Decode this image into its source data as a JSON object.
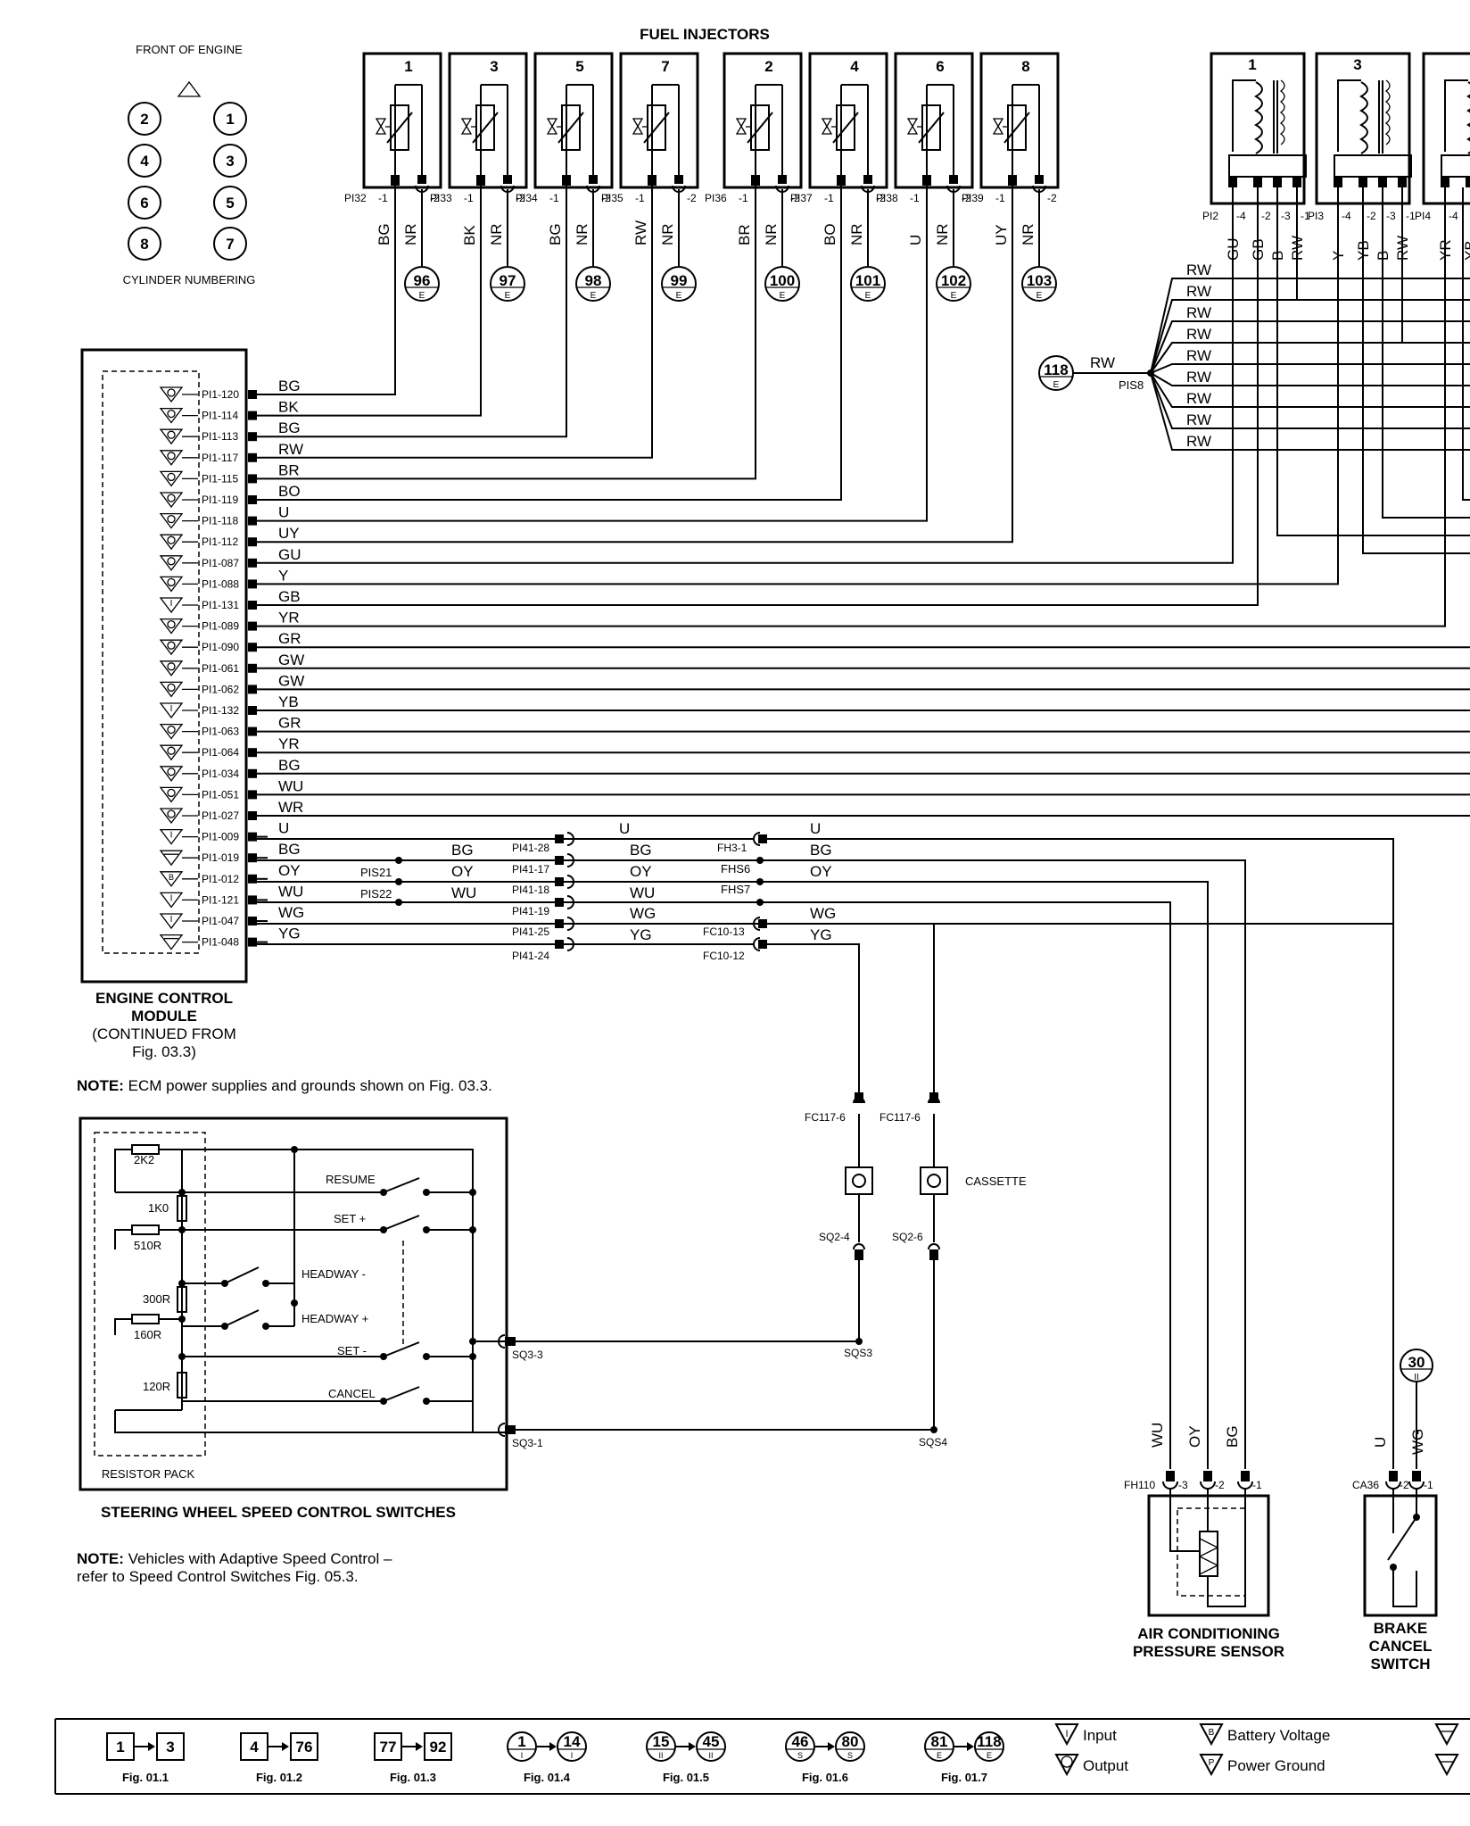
{
  "titles": {
    "fuel_injectors": "FUEL INJECTORS",
    "front_of_engine": "FRONT OF ENGINE",
    "cylinder_numbering": "CYLINDER NUMBERING",
    "ecm": [
      "ENGINE CONTROL",
      "MODULE",
      "(CONTINUED FROM",
      "Fig. 03.3)"
    ],
    "note1_bold": "NOTE:",
    "note1_text": " ECM power supplies and grounds shown on Fig. 03.3.",
    "swsc": "STEERING WHEEL SPEED CONTROL SWITCHES",
    "note2_bold": "NOTE:",
    "note2_text": " Vehicles with Adaptive Speed Control –",
    "note2_line2": "refer to Speed Control Switches Fig. 05.3.",
    "resistor_pack": "RESISTOR PACK",
    "cassette": "CASSETTE",
    "ac_sensor": [
      "AIR CONDITIONING",
      "PRESSURE SENSOR"
    ],
    "brake_switch": [
      "BRAKE",
      "CANCEL",
      "SWITCH"
    ]
  },
  "cylinders": [
    "2",
    "1",
    "4",
    "3",
    "6",
    "5",
    "8",
    "7"
  ],
  "injectors": [
    {
      "num": "1",
      "conn": "PI32",
      "p1": "-1",
      "p2": "-2",
      "w1": "BG",
      "w2": "NR",
      "ref": "96",
      "sub": "E"
    },
    {
      "num": "3",
      "conn": "PI33",
      "p1": "-1",
      "p2": "-2",
      "w1": "BK",
      "w2": "NR",
      "ref": "97",
      "sub": "E"
    },
    {
      "num": "5",
      "conn": "PI34",
      "p1": "-1",
      "p2": "-2",
      "w1": "BG",
      "w2": "NR",
      "ref": "98",
      "sub": "E"
    },
    {
      "num": "7",
      "conn": "PI35",
      "p1": "-1",
      "p2": "-2",
      "w1": "RW",
      "w2": "NR",
      "ref": "99",
      "sub": "E"
    },
    {
      "num": "2",
      "conn": "PI36",
      "p1": "-1",
      "p2": "-2",
      "w1": "BR",
      "w2": "NR",
      "ref": "100",
      "sub": "E"
    },
    {
      "num": "4",
      "conn": "PI37",
      "p1": "-1",
      "p2": "-2",
      "w1": "BO",
      "w2": "NR",
      "ref": "101",
      "sub": "E"
    },
    {
      "num": "6",
      "conn": "PI38",
      "p1": "-1",
      "p2": "-2",
      "w1": "U",
      "w2": "NR",
      "ref": "102",
      "sub": "E"
    },
    {
      "num": "8",
      "conn": "PI39",
      "p1": "-1",
      "p2": "-2",
      "w1": "UY",
      "w2": "NR",
      "ref": "103",
      "sub": "E"
    }
  ],
  "coils": [
    {
      "num": "1",
      "conn": "PI2",
      "pins": [
        "-4",
        "-2",
        "-3",
        "-1"
      ],
      "wires": [
        "GU",
        "GB",
        "B",
        "RW"
      ]
    },
    {
      "num": "3",
      "conn": "PI3",
      "pins": [
        "-4",
        "-2",
        "-3",
        "-1"
      ],
      "wires": [
        "Y",
        "YB",
        "B",
        "RW"
      ]
    },
    {
      "num": "",
      "conn": "PI4",
      "pins": [
        "-4"
      ],
      "wires": [
        "YR",
        "YB"
      ]
    }
  ],
  "splice": {
    "ref": "118",
    "sub": "E",
    "wire": "RW",
    "name": "PIS8",
    "out_wire": "RW"
  },
  "ecm_pins": [
    {
      "pin": "PI1-120",
      "wire": "BG",
      "type": "out"
    },
    {
      "pin": "PI1-114",
      "wire": "BK",
      "type": "out"
    },
    {
      "pin": "PI1-113",
      "wire": "BG",
      "type": "out"
    },
    {
      "pin": "PI1-117",
      "wire": "RW",
      "type": "out"
    },
    {
      "pin": "PI1-115",
      "wire": "BR",
      "type": "out"
    },
    {
      "pin": "PI1-119",
      "wire": "BO",
      "type": "out"
    },
    {
      "pin": "PI1-118",
      "wire": "U",
      "type": "out"
    },
    {
      "pin": "PI1-112",
      "wire": "UY",
      "type": "out"
    },
    {
      "pin": "PI1-087",
      "wire": "GU",
      "type": "out"
    },
    {
      "pin": "PI1-088",
      "wire": "Y",
      "type": "out"
    },
    {
      "pin": "PI1-131",
      "wire": "GB",
      "type": "in"
    },
    {
      "pin": "PI1-089",
      "wire": "YR",
      "type": "out"
    },
    {
      "pin": "PI1-090",
      "wire": "GR",
      "type": "out"
    },
    {
      "pin": "PI1-061",
      "wire": "GW",
      "type": "out"
    },
    {
      "pin": "PI1-062",
      "wire": "GW",
      "type": "out"
    },
    {
      "pin": "PI1-132",
      "wire": "YB",
      "type": "in"
    },
    {
      "pin": "PI1-063",
      "wire": "GR",
      "type": "out"
    },
    {
      "pin": "PI1-064",
      "wire": "YR",
      "type": "out"
    },
    {
      "pin": "PI1-034",
      "wire": "BG",
      "type": "out"
    },
    {
      "pin": "PI1-051",
      "wire": "WU",
      "type": "out"
    },
    {
      "pin": "PI1-027",
      "wire": "WR",
      "type": "out"
    },
    {
      "pin": "PI1-009",
      "wire": "U",
      "type": "in"
    },
    {
      "pin": "PI1-019",
      "wire": "BG",
      "type": "gnd"
    },
    {
      "pin": "PI1-012",
      "wire": "OY",
      "type": "bat"
    },
    {
      "pin": "PI1-121",
      "wire": "WU",
      "type": "in"
    },
    {
      "pin": "PI1-047",
      "wire": "WG",
      "type": "in"
    },
    {
      "pin": "PI1-048",
      "wire": "YG",
      "type": "gnd"
    }
  ],
  "lower_labels": {
    "pis21": "PIS21",
    "pis22": "PIS22",
    "bg": "BG",
    "oy": "OY",
    "wu": "WU",
    "u": "U",
    "wg": "WG",
    "yg": "YG",
    "pi41_28": "PI41-28",
    "pi41_17": "PI41-17",
    "pi41_18": "PI41-18",
    "pi41_19": "PI41-19",
    "pi41_25": "PI41-25",
    "pi41_24": "PI41-24",
    "fh3_1": "FH3-1",
    "fhs6": "FHS6",
    "fhs7": "FHS7",
    "fc10_13": "FC10-13",
    "fc10_12": "FC10-12",
    "fc117_6a": "FC117-6",
    "fc117_6b": "FC117-6",
    "sq2_4": "SQ2-4",
    "sq2_6": "SQ2-6",
    "sqs3": "SQS3",
    "sqs4": "SQS4",
    "sq3_3": "SQ3-3",
    "sq3_1": "SQ3-1",
    "fh110": "FH110",
    "fh110_p3": "-3",
    "fh110_p2": "-2",
    "fh110_p1": "-1",
    "ca36": "CA36",
    "ca36_p2": "-2",
    "ca36_p1": "-1",
    "ref30": "30",
    "ref30_sub": "II"
  },
  "switches": {
    "r2k2": "2K2",
    "r1k0": "1K0",
    "r510": "510R",
    "r300": "300R",
    "r160": "160R",
    "r120": "120R",
    "resume": "RESUME",
    "setplus": "SET +",
    "headwayminus": "HEADWAY -",
    "headwayplus": "HEADWAY +",
    "setminus": "SET -",
    "cancel": "CANCEL"
  },
  "legend": {
    "figs": [
      {
        "a": "1",
        "b": "3",
        "fig": "Fig. 01.1",
        "shape": "square"
      },
      {
        "a": "4",
        "b": "76",
        "fig": "Fig. 01.2",
        "shape": "square"
      },
      {
        "a": "77",
        "b": "92",
        "fig": "Fig. 01.3",
        "shape": "square"
      },
      {
        "a": "1",
        "b": "14",
        "sub": "I",
        "fig": "Fig. 01.4",
        "shape": "circle"
      },
      {
        "a": "15",
        "b": "45",
        "sub": "II",
        "fig": "Fig. 01.5",
        "shape": "circle"
      },
      {
        "a": "46",
        "b": "80",
        "sub": "S",
        "fig": "Fig. 01.6",
        "shape": "circle"
      },
      {
        "a": "81",
        "b": "118",
        "sub": "E",
        "fig": "Fig. 01.7",
        "shape": "circle"
      }
    ],
    "input": "Input",
    "output": "Output",
    "battery": "Battery Voltage",
    "power_ground": "Power Ground"
  }
}
